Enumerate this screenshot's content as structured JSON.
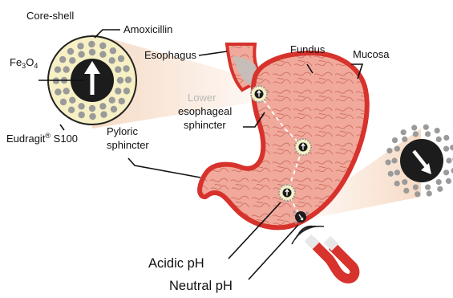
{
  "labels": {
    "core_shell": "Core-shell",
    "amoxicillin": "Amoxicillin",
    "fe_main": "Fe",
    "fe_sub3": "3",
    "fe_o": "O",
    "fe_sub4": "4",
    "eudragit": "Eudragit",
    "eudragit_reg": "®",
    "eudragit_suffix": " S100",
    "esophagus": "Esophagus",
    "fundus": "Fundus",
    "mucosa": "Mucosa",
    "lower": "Lower",
    "esophageal": "esophageal",
    "sphincter": "sphincter",
    "pyloric": "Pyloric",
    "pyloric_sphincter": "sphincter",
    "acidic_ph": "Acidic pH",
    "neutral_ph": "Neutral pH"
  },
  "colors": {
    "stomach_outline": "#d7322c",
    "stomach_fill": "#f0a99b",
    "mucosa_line": "#c9655a",
    "shell_fill": "#f6f0c4",
    "particle_grey": "#9a9a9a",
    "core_dark": "#1c1c1c",
    "magnet_red": "#d7322c",
    "beam": "#f6d9c3",
    "text": "#111111",
    "grey_text": "#b7b7b7"
  },
  "icons": [
    "arrow-up-icon",
    "arrow-diagonal-icon",
    "magnet-icon"
  ]
}
